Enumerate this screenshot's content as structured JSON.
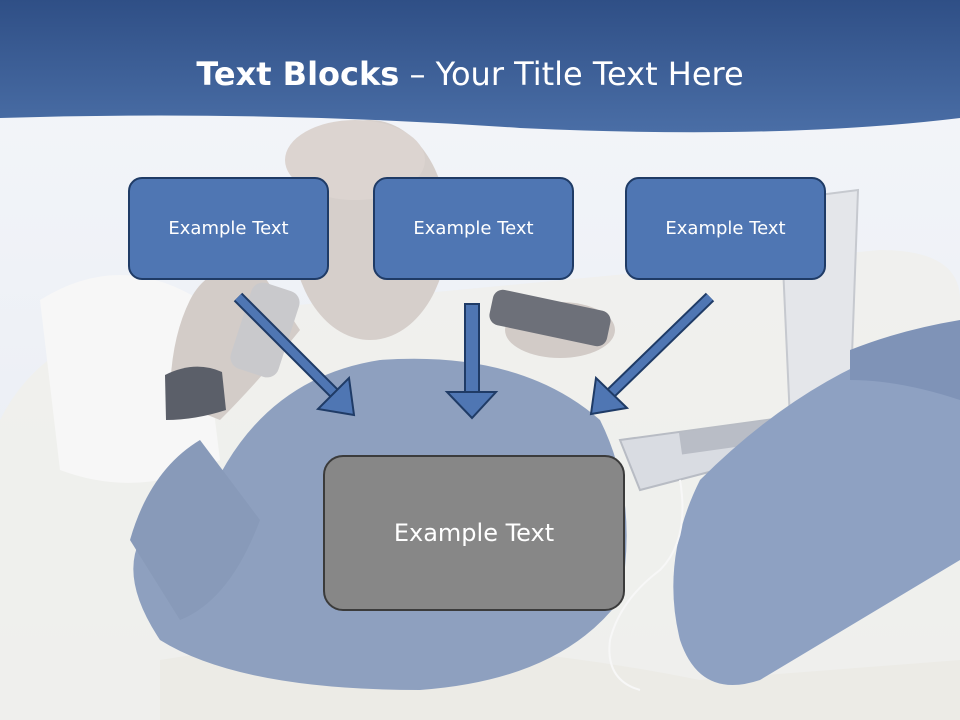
{
  "slide": {
    "title_bold": "Text Blocks",
    "title_separator": " – ",
    "title_rest": "Your Title Text Here"
  },
  "blocks": [
    {
      "label": "Example Text"
    },
    {
      "label": "Example Text"
    },
    {
      "label": "Example Text"
    }
  ],
  "main_block": {
    "label": "Example Text"
  },
  "colors": {
    "header_band": "#3d5f96",
    "block_fill": "#4f76b3",
    "block_border": "#1f3b66",
    "main_fill": "#878787",
    "arrow_fill": "#4f76b3"
  },
  "background": {
    "icon": "photo-man-on-sofa-with-remote-phone-laptop"
  }
}
